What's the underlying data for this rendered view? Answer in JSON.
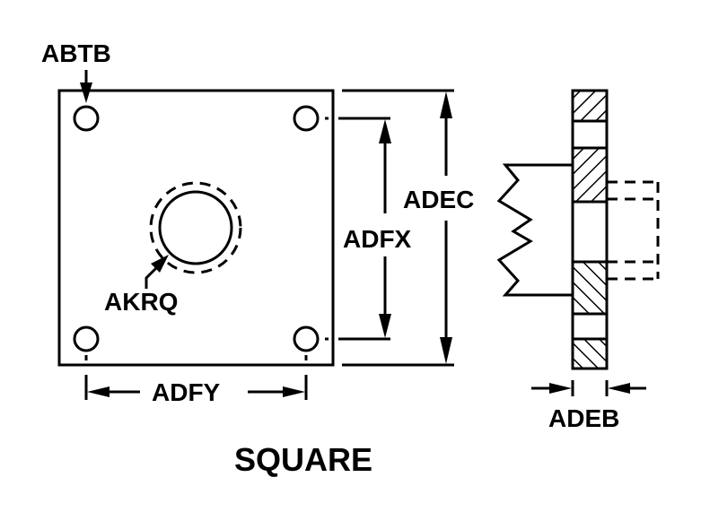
{
  "diagram": {
    "title": "SQUARE",
    "colors": {
      "ink": "#000000",
      "background": "#ffffff"
    },
    "front_view": {
      "labels": {
        "bolt_hole": "ABTB",
        "center_opening": "AKRQ",
        "bolt_spacing_vertical": "ADFX",
        "bolt_spacing_horizontal": "ADFY",
        "overall_height": "ADEC"
      }
    },
    "side_view": {
      "labels": {
        "thickness": "ADEB"
      }
    }
  }
}
